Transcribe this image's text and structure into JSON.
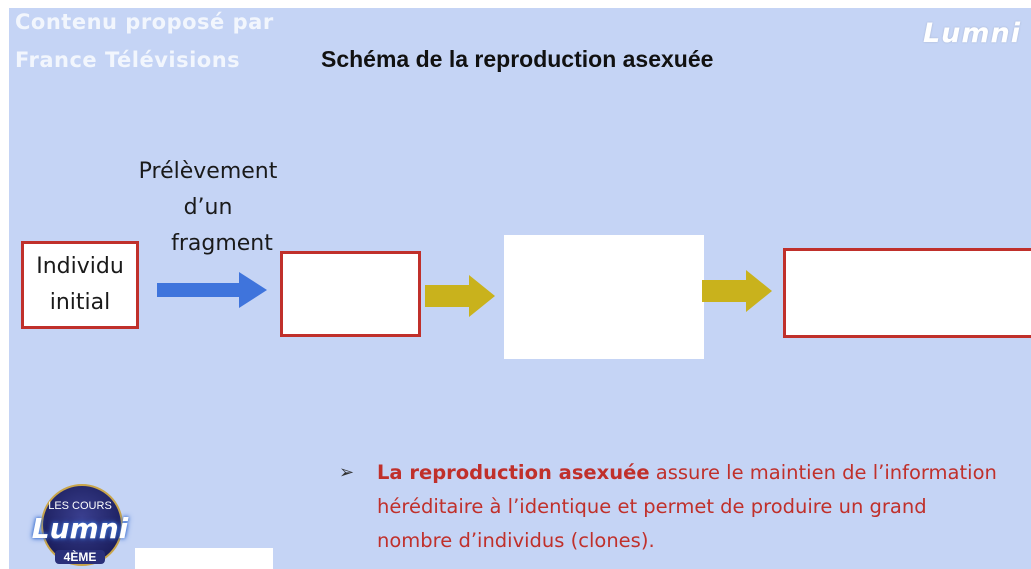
{
  "overlay": {
    "line1": "Contenu proposé par",
    "line2": "France Télévisions"
  },
  "brand": {
    "logo": "Lumni"
  },
  "slide": {
    "title": "Schéma de la reproduction asexuée",
    "initial_box": {
      "line1": "Individu",
      "line2": "initial"
    },
    "step_label": {
      "line1": "Prélèvement",
      "line2": "d’un",
      "line3": "fragment"
    },
    "bullet": {
      "marker": "➢",
      "bold": "La reproduction asexuée",
      "rest": " assure le maintien de l’information héréditaire à l’identique et permet de produire un grand nombre d’individus (clones)."
    },
    "colors": {
      "background": "#c5d4f5",
      "red_border": "#c0302b",
      "blue_arrow": "#3f74dc",
      "gold_arrow": "#c9b21c"
    }
  },
  "badge": {
    "top": "LES COURS",
    "logo": "Lumni",
    "level": "4ÈME"
  },
  "icons": {
    "blue_arrow": "right-arrow-icon",
    "gold_arrows": "right-arrow-icon",
    "bullet": "arrowhead-bullet-icon"
  }
}
